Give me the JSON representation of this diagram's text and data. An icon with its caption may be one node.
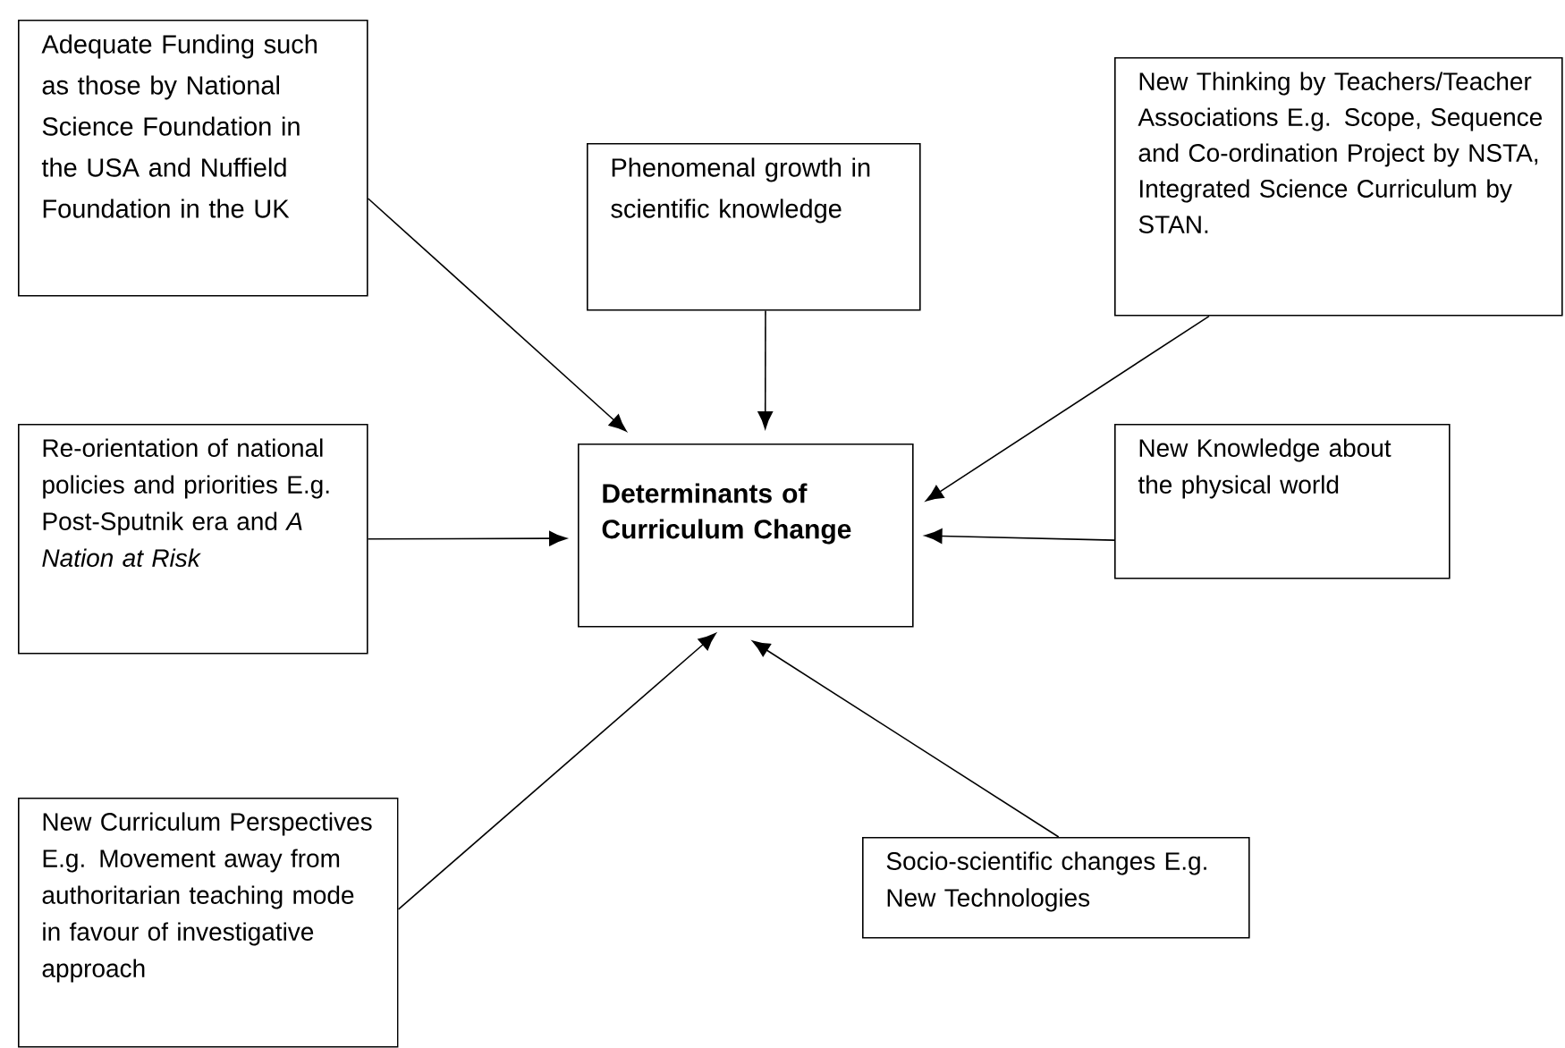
{
  "diagram": {
    "nodes": [
      {
        "text": [
          "Adequate Funding such as those by National Science Foundation in the USA and Nuffield Foundation in the UK"
        ]
      },
      {
        "text": [
          "Phenomenal growth in scientific knowledge"
        ]
      },
      {
        "text": [
          "New Thinking by Teachers/Teacher Associations E.g. Scope, Sequence and Co-ordination Project by NSTA, Integrated Science Curriculum by STAN."
        ]
      },
      {
        "text": [
          "Re-orientation of national policies and priorities E.g. Post-Sputnik era and *A Nation at Risk*"
        ]
      },
      {
        "text": [
          "Determinants of Curriculum Change"
        ]
      },
      {
        "text": [
          "New Knowledge about the physical world"
        ]
      },
      {
        "text": [
          "New Curriculum Perspectives E.g. Movement away from authoritarian teaching mode in favour of investigative approach"
        ]
      },
      {
        "text": [
          "Socio-scientific changes E.g. New Technologies"
        ]
      }
    ],
    "edges": [
      {
        "from": 0,
        "to": 4,
        "arrow": "to"
      },
      {
        "from": 1,
        "to": 4,
        "arrow": "to"
      },
      {
        "from": 2,
        "to": 4,
        "arrow": "to"
      },
      {
        "from": 3,
        "to": 4,
        "arrow": "to"
      },
      {
        "from": 5,
        "to": 4,
        "arrow": "to"
      },
      {
        "from": 6,
        "to": 4,
        "arrow": "to"
      },
      {
        "from": 7,
        "to": 4,
        "arrow": "to"
      }
    ]
  }
}
